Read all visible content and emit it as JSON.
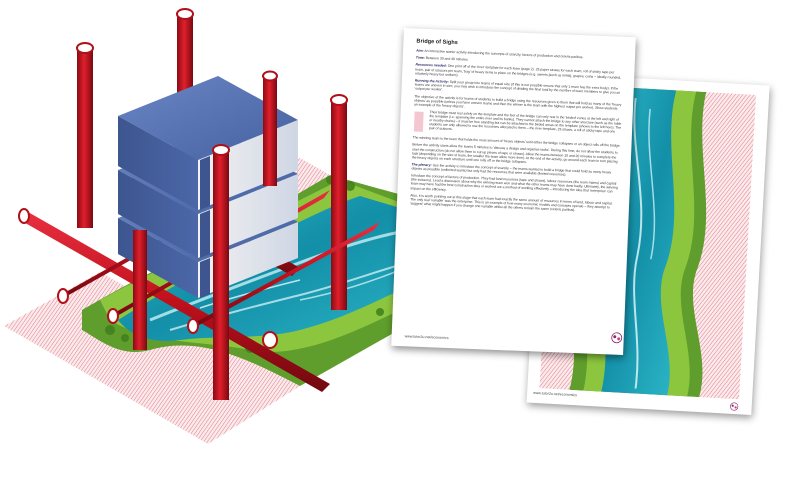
{
  "worksheet": {
    "title": "Bridge of Sighs",
    "aim_label": "Aim:",
    "aim_text": "An interactive starter activity introducing the concepts of scarcity, factors of production and ceteris paribus.",
    "time_label": "Time:",
    "time_text": "Between 30 and 40 minutes",
    "resources_label": "Resources needed:",
    "resources_text": "One print off of the 'river' template for each team (page 2).  25 paper straws for each team, roll of sticky tape per team, pair of scissors per team, 'bag' of heavy items to place on the bridges (e.g. sweets [such as mints], grapes, coins – ideally rounded, relatively heavy but uniform).",
    "running_label": "Running the Activity:",
    "running_text": "Split your group into teams of equal size (if this is not possible ensure that only 1 team has the extra body).  If the teams are uneven in size, you may wish to introduce the concept of dividing the final total by the number of team members to give you an 'output per worker'.",
    "objective_text": "The objective of the activity is for teams of students to build a bridge using the resources given to them that will hold as many of the 'heavy objects' as possible (unless you have uneven teams and then the winner is the team with the highest output per worker).  Show students an example of the 'heavy objects'.",
    "rules_text": "Their bridge must rest solely on the template and the feet of the bridge can only rest in the 'birded' zones at the left and right of the template (i.e. spanning the entire river and its banks).  They cannot attach the bridge to any other structure (such as the table or nearby chairs) – it must be free standing but can be attached to the birded areas on the template (shown to the left here).  The students are only allowed to use the resources allocated to them – the river template, 25 straws, a roll of sticky tape and one pair of scissors.",
    "winning_text": "The winning team is the team that holds the most amount of 'heavy objects' until either the bridge collapses or an object rolls off the bridge.",
    "start_text": "Before the activity starts allow the teams 5 minutes to 'discuss a design and organise tasks'.  During this time, do not allow the students to start the construction (do not allow them to cut up pieces of tape or straws).  Allow the teams between 10 and 20 minutes to complete the task (depending on the size of team, the smaller the team allow more time).  At the end of the activity, go around each team in turn placing the heavy objects on each structure until one rolls off or the bridge collapses.",
    "plenary_label": "The plenary:",
    "plenary_text": "Use the activity to introduce the concept of scarcity – the teams wanted to build a bridge that could hold as many heavy objects as possible (unlimited wants) but only had the resources that were available (limited resources).",
    "factors_text": "Introduce the concept of factors of production.  They had land resources (tape and straws), labour resources (the team mates) and capital (the scissors).  Lead a discussion about why the winning team won and what the other teams may have done badly.  Ultimately, the winning team may have had the best construction idea or worked out a method of working effectively – introducing the idea that 'enterprise' can impact on the efficiency.",
    "also_text": "Also, it is worth pointing out at this stage that each team had exactly the same amount of resources in terms of land, labour and capital.  The only real 'variable' was the enterprise.  This is an example of how many economic models and concepts operate – they attempt to 'suggest' what might happen if you change one variable whilst all the others remain the same (ceteris paribus).",
    "footer": "www.tutor2u.net/economics"
  },
  "template_sheet": {
    "footer": "www.tutor2u.net/economics"
  },
  "colors": {
    "straw_red": "#d01020",
    "block_blue": "#4a66a8",
    "river_teal": "#1fa2b6",
    "grass_green": "#7dbb3a",
    "hatch_pink": "#e88a94"
  }
}
